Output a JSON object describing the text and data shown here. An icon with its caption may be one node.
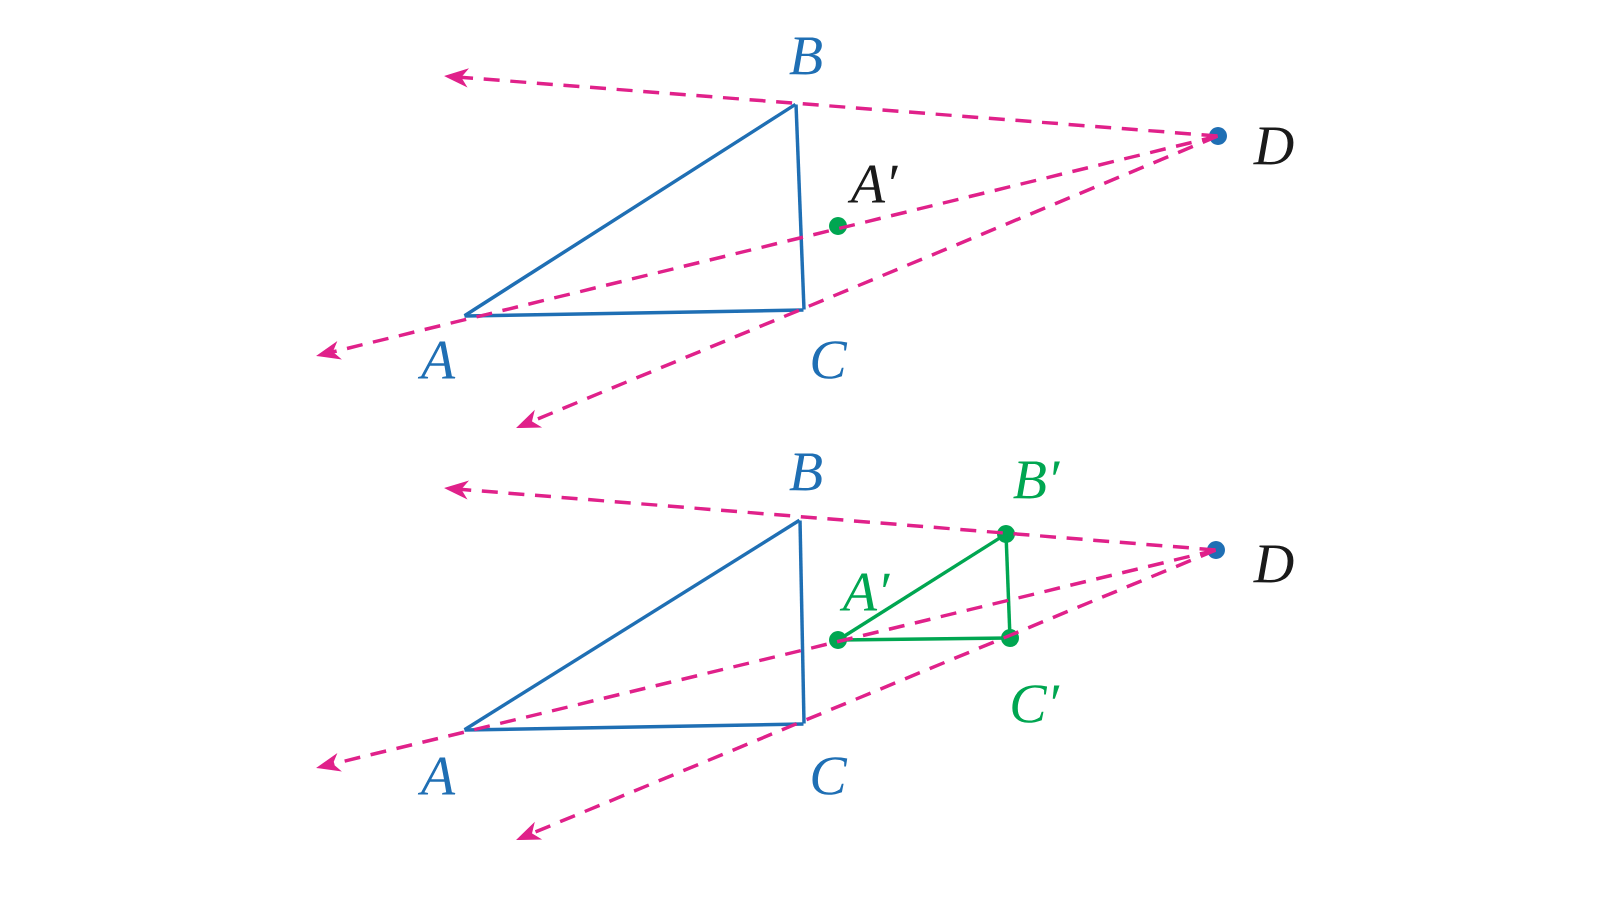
{
  "diagram": {
    "nodes": [
      {
        "text": [
          "B"
        ]
      },
      {
        "text": [
          "A′"
        ]
      },
      {
        "text": [
          "D"
        ]
      },
      {
        "text": [
          "A"
        ]
      },
      {
        "text": [
          "C"
        ]
      },
      {
        "text": [
          "B"
        ]
      },
      {
        "text": [
          "B′"
        ]
      },
      {
        "text": [
          "A′"
        ]
      },
      {
        "text": [
          "D"
        ]
      },
      {
        "text": [
          "C′"
        ]
      },
      {
        "text": [
          "A"
        ]
      },
      {
        "text": [
          "C"
        ]
      }
    ],
    "edges": [
      {
        "from": 3,
        "to": 0,
        "arrow": "none"
      },
      {
        "from": 0,
        "to": 4,
        "arrow": "none"
      },
      {
        "from": 4,
        "to": 3,
        "arrow": "none"
      },
      {
        "from": 2,
        "to": null,
        "arrow": "to",
        "style": "dashed",
        "color": "#e0218a"
      },
      {
        "from": 2,
        "to": null,
        "arrow": "to",
        "style": "dashed",
        "color": "#e0218a"
      },
      {
        "from": 2,
        "to": null,
        "arrow": "to",
        "style": "dashed",
        "color": "#e0218a"
      },
      {
        "from": 10,
        "to": 5,
        "arrow": "none"
      },
      {
        "from": 5,
        "to": 11,
        "arrow": "none"
      },
      {
        "from": 11,
        "to": 10,
        "arrow": "none"
      },
      {
        "from": 7,
        "to": 6,
        "arrow": "none",
        "color": "#00a651"
      },
      {
        "from": 6,
        "to": 9,
        "arrow": "none",
        "color": "#00a651"
      },
      {
        "from": 9,
        "to": 7,
        "arrow": "none",
        "color": "#00a651"
      },
      {
        "from": 8,
        "to": null,
        "arrow": "to",
        "style": "dashed",
        "color": "#e0218a"
      },
      {
        "from": 8,
        "to": null,
        "arrow": "to",
        "style": "dashed",
        "color": "#e0218a"
      },
      {
        "from": 8,
        "to": null,
        "arrow": "to",
        "style": "dashed",
        "color": "#e0218a"
      }
    ]
  }
}
